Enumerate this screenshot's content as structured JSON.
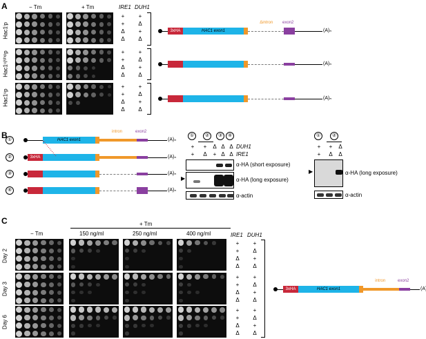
{
  "panels": {
    "a": "A",
    "b": "B",
    "c": "C"
  },
  "panelA": {
    "col_minus_tm": "− Tm",
    "col_plus_tm": "+ Tm",
    "gene1": "IRE1",
    "gene2": "DUH1",
    "rows": [
      "Hac1ⁱp",
      "Hac1ᵘ/ˢʰᶦᵖp",
      "Hac1ᵘp"
    ],
    "genotype_rows": [
      [
        "+",
        "+"
      ],
      [
        "+",
        "Δ"
      ],
      [
        "Δ",
        "+"
      ],
      [
        "Δ",
        "Δ"
      ]
    ],
    "construct": {
      "tag": "3xHA",
      "exon1": "HAC1 exon1",
      "intron": "Δintron",
      "exon2": "exon2",
      "polyA": "(A)ₙ"
    }
  },
  "panelB": {
    "construct_numbers": [
      "①",
      "②",
      "③",
      "④"
    ],
    "construct": {
      "tag": "3xHA",
      "exon1": "HAC1 exon1",
      "intron": "intron",
      "exon2": "exon2",
      "polyA": "(A)ₙ"
    },
    "blot1": {
      "lane_numbers": [
        "①",
        "②",
        "③",
        "④"
      ],
      "duh1": [
        "+",
        "+",
        "Δ",
        "Δ",
        "Δ"
      ],
      "ire1": [
        "+",
        "Δ",
        "+",
        "Δ",
        "Δ"
      ],
      "gene_duh1": "DUH1",
      "gene_ire1": "IRE1",
      "label_short": "α-HA (short exposure)",
      "label_long": "α-HA (long exposure)",
      "label_actin": "α-actin"
    },
    "blot2": {
      "lane_numbers": [
        "①",
        "②"
      ],
      "duh1": [
        "+",
        "+",
        "Δ"
      ],
      "ire1": [
        "+",
        "Δ",
        "Δ"
      ],
      "label_long": "α-HA (long exposure)",
      "label_actin": "α-actin"
    }
  },
  "panelC": {
    "col_minus_tm": "− Tm",
    "col_plus_tm": "+ Tm",
    "conc": [
      "150 ng/ml",
      "250 ng/ml",
      "400 ng/ml"
    ],
    "gene1": "IRE1",
    "gene2": "DUH1",
    "rows": [
      "Day 2",
      "Day 3",
      "Day 6"
    ],
    "genotype_rows": [
      [
        "+",
        "+"
      ],
      [
        "+",
        "Δ"
      ],
      [
        "Δ",
        "+"
      ],
      [
        "Δ",
        "Δ"
      ]
    ],
    "construct": {
      "tag": "3xHA",
      "exon1": "HAC1 exon1",
      "intron": "intron",
      "exon2": "exon2",
      "polyA": "(A)ₙ"
    }
  },
  "colors": {
    "tag": "#c8283a",
    "exon1": "#1eb4e8",
    "intron": "#f0982a",
    "exon2": "#8a3fa0"
  }
}
